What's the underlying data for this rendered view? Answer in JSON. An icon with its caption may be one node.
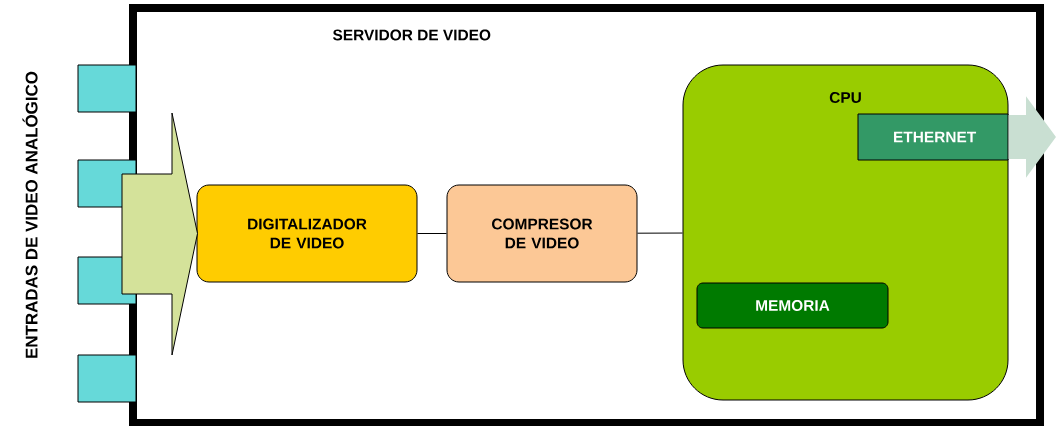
{
  "diagram": {
    "nodes": [
      {
        "text": [
          "SERVIDOR DE VIDEO"
        ]
      },
      {
        "text": [],
        "shape": "box"
      },
      {
        "text": [],
        "shape": "box"
      },
      {
        "text": [],
        "shape": "box"
      },
      {
        "text": [],
        "shape": "box"
      },
      {
        "text": [
          "DIGITALIZADOR DE VIDEO"
        ],
        "in": 0
      },
      {
        "text": [
          "COMPRESOR DE VIDEO"
        ],
        "in": 0
      },
      {
        "text": [
          "CPU"
        ],
        "in": 0
      },
      {
        "text": [
          "ETHERNET"
        ],
        "in": 7
      },
      {
        "text": [
          "MEMORIA"
        ],
        "in": 7
      }
    ],
    "edges": [
      {
        "from": null,
        "to": 5,
        "arrow": "to",
        "style": "thick",
        "color": "#d4e29a"
      },
      {
        "from": 5,
        "to": 6,
        "arrow": "none"
      },
      {
        "from": 6,
        "to": 7,
        "arrow": "none"
      },
      {
        "from": 8,
        "to": null,
        "arrow": "to",
        "style": "thick",
        "color": "#c9dfd2"
      }
    ],
    "labels": [
      "ENTRADAS DE VIDEO ANALÓGICO"
    ]
  }
}
